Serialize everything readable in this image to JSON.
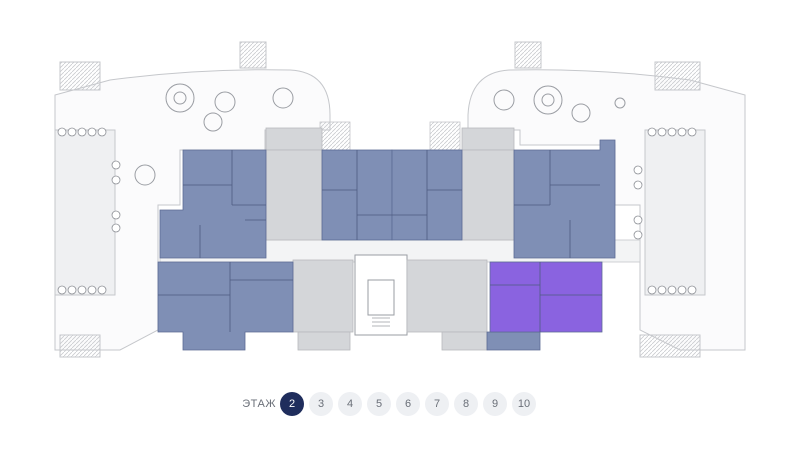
{
  "floor_selector": {
    "label": "ЭТАЖ",
    "floors": [
      "2",
      "3",
      "4",
      "5",
      "6",
      "7",
      "8",
      "9",
      "10"
    ],
    "active": "2"
  },
  "colors": {
    "apartment_available": "#7f8fb5",
    "apartment_selected": "#8a63e0",
    "common_area": "#d4d6d9",
    "active_floor": "#1f2d5c",
    "inactive_floor": "#eef0f3"
  },
  "plan": {
    "apartments": [
      {
        "id": "apt-1",
        "status": "available"
      },
      {
        "id": "apt-2",
        "status": "available"
      },
      {
        "id": "apt-3",
        "status": "available"
      },
      {
        "id": "apt-4",
        "status": "available"
      },
      {
        "id": "apt-5",
        "status": "available"
      },
      {
        "id": "apt-6",
        "status": "available"
      },
      {
        "id": "apt-7",
        "status": "selected"
      }
    ]
  }
}
